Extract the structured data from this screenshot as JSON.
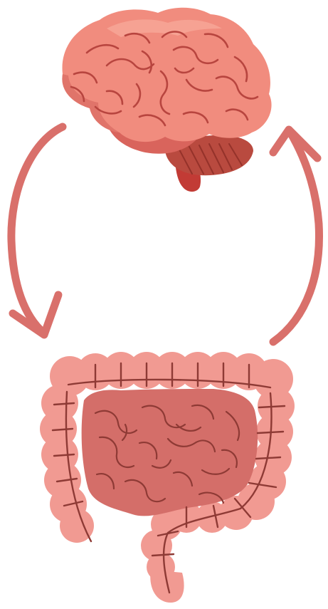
{
  "diagram": {
    "nodes": [
      {
        "id": "brain",
        "icon": "brain-icon"
      },
      {
        "id": "intestine",
        "icon": "intestine-icon"
      }
    ],
    "edges": [
      {
        "from": "brain",
        "to": "intestine",
        "side": "left",
        "icon": "arrow-down-left-icon"
      },
      {
        "from": "intestine",
        "to": "brain",
        "side": "right",
        "icon": "arrow-up-right-icon"
      }
    ]
  },
  "colors": {
    "arrow": "#D9706B",
    "brain_main": "#F18C7E",
    "brain_light": "#F6A090",
    "brain_dark": "#D9645C",
    "brain_lines": "#B8453F",
    "cerebellum": "#B94A3F",
    "brainstem": "#C23B35",
    "colon": "#F19A92",
    "colon_dark": "#E57E77",
    "small_intestine": "#D46E69",
    "intestine_lines": "#8E3A35"
  }
}
